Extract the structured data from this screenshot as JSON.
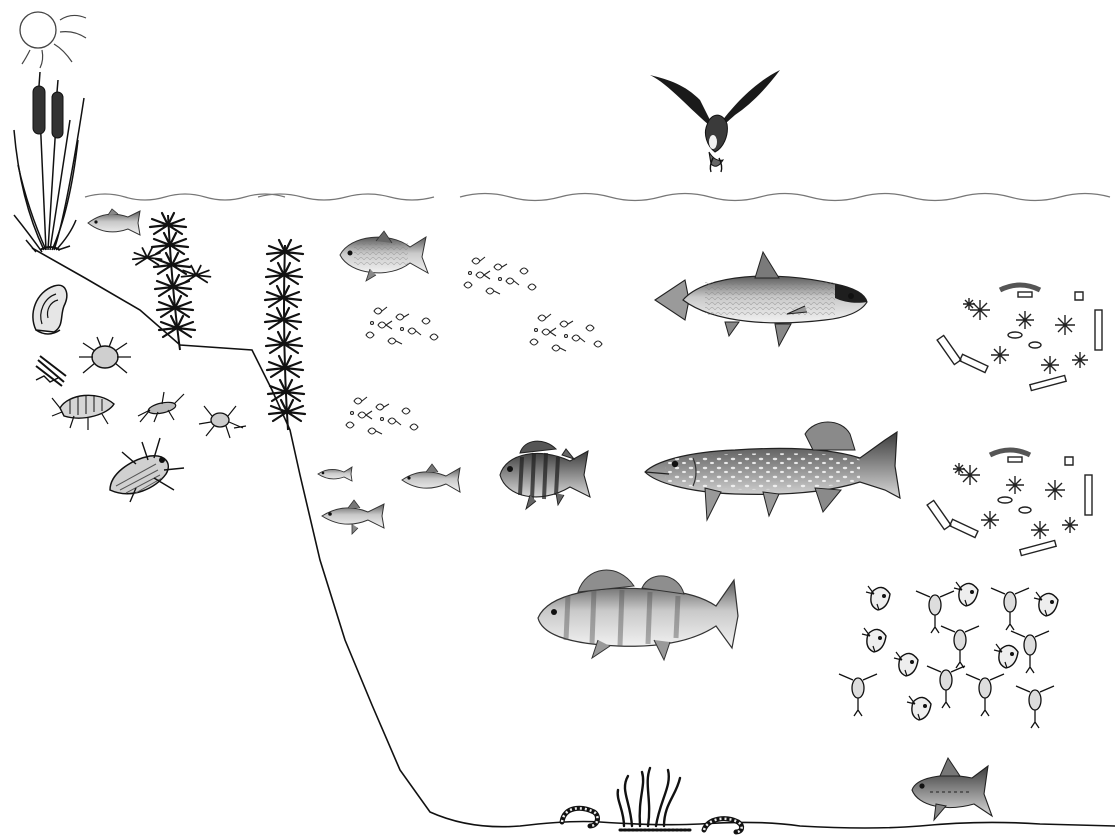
{
  "scene": {
    "kind": "lake-ecosystem",
    "style": "monochrome line illustration",
    "colors": {
      "background": "#ffffff",
      "ink": "#111111",
      "fish_light": "#d9d9d9",
      "fish_mid": "#9a9a9a",
      "fish_dark": "#4a4a4a"
    },
    "habitats": [
      "sky",
      "shore",
      "littoral-zone",
      "open-water",
      "lake-bottom"
    ],
    "organisms": {
      "sky": [
        "sun-icon",
        "osprey-icon"
      ],
      "shore": [
        "cattail-icon"
      ],
      "littoral": [
        "minnow-icon",
        "pondweed-icon",
        "snail-icon",
        "water-mite-icon",
        "caddis-larva-icon",
        "amphipod-icon",
        "mayfly-nymph-icon",
        "water-beetle-icon",
        "dragonfly-larva-icon"
      ],
      "open_water": [
        "roach-icon",
        "small-fish-icon",
        "perch-icon",
        "pike-icon",
        "zander-icon",
        "asp-icon",
        "phytoplankton-icon",
        "zooplankton-icon"
      ],
      "bottom": [
        "bottom-fish-icon",
        "midge-larva-icon",
        "tubifex-worms-icon"
      ]
    }
  }
}
